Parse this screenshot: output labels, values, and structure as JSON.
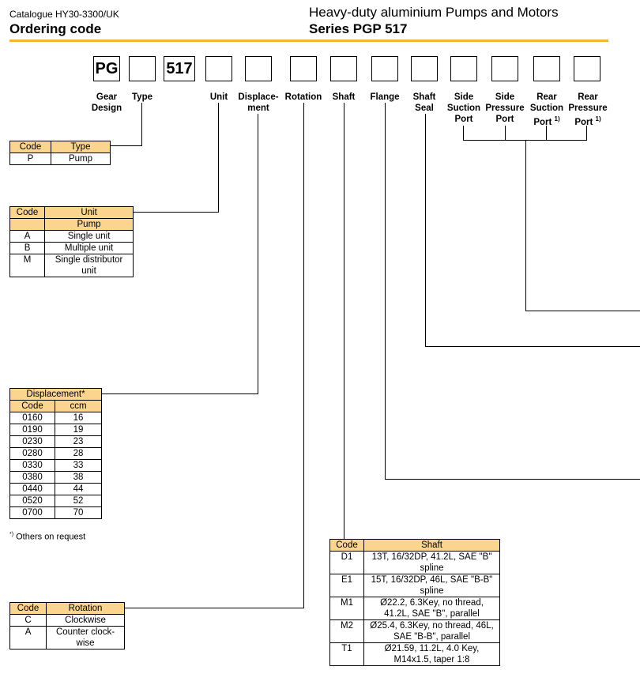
{
  "header": {
    "catalogue": "Catalogue HY30-3300/UK",
    "section": "Ordering code",
    "product": "Heavy-duty aluminium Pumps and Motors",
    "series": "Series PGP 517"
  },
  "code_boxes": [
    "PG",
    "",
    "517",
    "",
    "",
    "",
    "",
    "",
    "",
    "",
    "",
    "",
    ""
  ],
  "labels": {
    "gear_design": [
      "Gear",
      "Design"
    ],
    "type": "Type",
    "unit": "Unit",
    "displacement": [
      "Displace-",
      "ment"
    ],
    "rotation": "Rotation",
    "shaft": "Shaft",
    "flange": "Flange",
    "shaft_seal": [
      "Shaft",
      "Seal"
    ],
    "side_suction": [
      "Side",
      "Suction",
      "Port"
    ],
    "side_pressure": [
      "Side",
      "Pressure",
      "Port"
    ],
    "rear_suction": [
      "Rear",
      "Suction",
      "Port"
    ],
    "rear_pressure": [
      "Rear",
      "Pressure",
      "Port"
    ],
    "footnote_mark": "1)"
  },
  "type_table": {
    "headers": [
      "Code",
      "Type"
    ],
    "rows": [
      [
        "P",
        "Pump"
      ]
    ]
  },
  "unit_table": {
    "headers": [
      "Code",
      "Unit"
    ],
    "subheader": "Pump",
    "rows": [
      [
        "A",
        "Single unit"
      ],
      [
        "B",
        "Multiple unit"
      ],
      [
        "M",
        "Single distributor unit"
      ]
    ]
  },
  "displacement_table": {
    "title": "Displacement*",
    "headers": [
      "Code",
      "ccm"
    ],
    "rows": [
      [
        "0160",
        "16"
      ],
      [
        "0190",
        "19"
      ],
      [
        "0230",
        "23"
      ],
      [
        "0280",
        "28"
      ],
      [
        "0330",
        "33"
      ],
      [
        "0380",
        "38"
      ],
      [
        "0440",
        "44"
      ],
      [
        "0520",
        "52"
      ],
      [
        "0700",
        "70"
      ]
    ],
    "note_mark": "*)",
    "note": "Others on request"
  },
  "rotation_table": {
    "headers": [
      "Code",
      "Rotation"
    ],
    "rows": [
      [
        "C",
        "Clockwise"
      ],
      [
        "A",
        "Counter clock-wise"
      ]
    ]
  },
  "shaft_table": {
    "headers": [
      "Code",
      "Shaft"
    ],
    "rows": [
      [
        "D1",
        "13T, 16/32DP, 41.2L, SAE \"B\" spline"
      ],
      [
        "E1",
        "15T, 16/32DP, 46L, SAE \"B-B\" spline"
      ],
      [
        "M1",
        "Ø22.2, 6.3Key, no thread, 41.2L, SAE \"B\", parallel"
      ],
      [
        "M2",
        "Ø25.4, 6.3Key, no thread, 46L, SAE \"B-B\", parallel"
      ],
      [
        "T1",
        "Ø21.59, 11.2L, 4.0 Key, M14x1.5, taper 1:8"
      ]
    ]
  }
}
